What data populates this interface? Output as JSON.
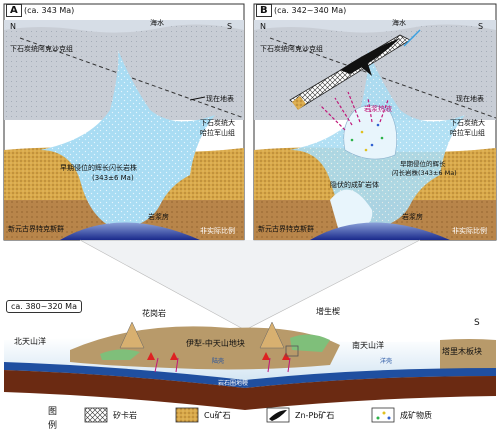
{
  "panel_a": {
    "letter": "A",
    "age": "(ca. 343 Ma)",
    "north": "N",
    "south": "S",
    "sea": "海水",
    "formation_upper": "下石炭统阿克沙克组",
    "surface": "现在地表",
    "formation_dahala_1": "下石炭统大",
    "formation_dahala_2": "哈拉军山组",
    "intrusion_1": "早期侵位的辉长闪长岩株",
    "intrusion_2": "(343±6 Ma)",
    "magma_chamber": "岩浆房",
    "basement": "新元古界特克斯群",
    "scale_note": "非实际比例"
  },
  "panel_b": {
    "letter": "B",
    "age": "(ca. 342~340 Ma)",
    "north": "N",
    "south": "S",
    "sea": "海水",
    "formation_upper": "下石炭统阿克沙克组",
    "surface": "现在地表",
    "formation_dahala_1": "下石炭统大",
    "formation_dahala_2": "哈拉军山组",
    "hydrothermal": "岩浆热液",
    "intrusion_1": "早期侵位的辉长",
    "intrusion_2": "闪长岩株(343±6 Ma)",
    "hidden_rock": "隐伏的成矿岩体",
    "magma_chamber": "岩浆房",
    "basement": "新元古界特克斯群",
    "scale_note": "非实际比例"
  },
  "panel_c": {
    "age": "ca. 380~320 Ma",
    "granite": "花岗岩",
    "wedge": "增生楔",
    "north_ocean": "北天山洋",
    "south_ocean": "南天山洋",
    "block": "伊犁-中天山地块",
    "tarim": "塔里木板块",
    "south": "S",
    "continental_crust": "陆壳",
    "oceanic_crust": "洋壳",
    "lithosphere_mantle": "岩石圈地幔"
  },
  "legend": {
    "title_1": "图",
    "title_2": "例",
    "items": [
      {
        "label": "矽卡岩",
        "icon": "skarn-hatch-icon"
      },
      {
        "label": "Cu矿石",
        "icon": "cu-ore-icon"
      },
      {
        "label": "Zn-Pb矿石",
        "icon": "zn-pb-ore-icon"
      },
      {
        "label": "成矿物质",
        "icon": "ore-material-icon"
      }
    ]
  },
  "colors": {
    "sky": "#ffffff",
    "sea": "#d6dde6",
    "strata_grey": "#c9ced6",
    "strata_yellow": "#d9a94a",
    "intrusion_blue": "#a8d8f0",
    "basement_brown": "#b37a3a",
    "mantle_dark": "#6b2a12",
    "label_red": "#c0187a",
    "scale_note_white": "#ffffff"
  }
}
